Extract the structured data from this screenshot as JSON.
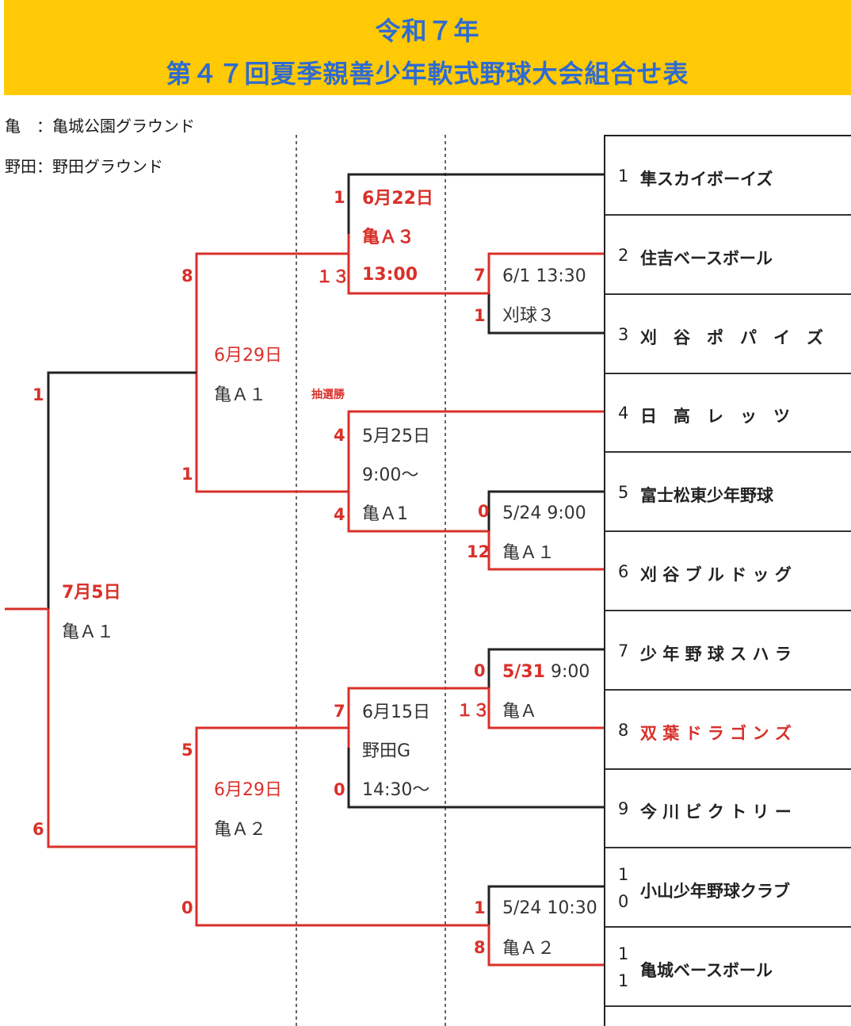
{
  "header": {
    "title_line1": "令和７年",
    "title_line2": "第４７回夏季親善少年軟式野球大会組合せ表"
  },
  "legend": {
    "line1": "亀　：亀城公園グラウンド",
    "line2": "野田：野田グラウンド"
  },
  "colors": {
    "banner": "#FFCA05",
    "title": "#2F6BD0",
    "winner_line": "#D9302A",
    "line": "#222222"
  },
  "teams": [
    {
      "num": "1",
      "name": "隼スカイボーイズ"
    },
    {
      "num": "2",
      "name": "住吉ベースボール"
    },
    {
      "num": "3",
      "name": "刈　谷　ポ　パ　イ　ズ"
    },
    {
      "num": "4",
      "name": "日　高　レ　ッ　ツ"
    },
    {
      "num": "5",
      "name": "富士松東少年野球"
    },
    {
      "num": "6",
      "name": "刈 谷 ブ ル ド ッ グ"
    },
    {
      "num": "7",
      "name": "少 年 野 球 ス ハ ラ"
    },
    {
      "num": "8",
      "name": "双 葉 ド ラ ゴ ン ズ"
    },
    {
      "num": "9",
      "name": "今 川 ビ ク ト リ ー"
    },
    {
      "num": "1\n0",
      "name": "小山少年野球クラブ"
    },
    {
      "num": "1\n1",
      "name": "亀城ベースボール"
    }
  ],
  "matches": {
    "r1_23": {
      "date": "6/1 13:30",
      "venue": "刈球３",
      "score_top": "7",
      "score_bottom": "1"
    },
    "r1_56": {
      "date": "5/24 9:00",
      "venue": "亀Ａ１",
      "score_top": "0",
      "score_bottom": "12"
    },
    "r1_78": {
      "date_bold": "5/31",
      "date_rest": " 9:00",
      "venue": "亀Ａ",
      "score_top": "0",
      "score_bottom": "１３"
    },
    "r1_1011": {
      "date": "5/24 10:30",
      "venue": "亀Ａ２",
      "score_top": "1",
      "score_bottom": "8"
    },
    "r2_1": {
      "date": "6月22日",
      "venue": "亀Ａ３",
      "time": "13:00",
      "score_top": "1",
      "score_bottom": "１３"
    },
    "r2_2": {
      "date": "5月25日",
      "time": "9:00～",
      "venue": "亀Ａ1",
      "score_top": "4",
      "score_bottom": "4",
      "note": "抽選勝"
    },
    "r2_3": {
      "date": "6月15日",
      "venue": "野田G",
      "time": "14:30～",
      "score_top": "7",
      "score_bottom": "0"
    },
    "sf_1": {
      "date": "6月29日",
      "venue": "亀Ａ１",
      "score_top": "8",
      "score_bottom": "1"
    },
    "sf_2": {
      "date": "6月29日",
      "venue": "亀Ａ２",
      "score_top": "5",
      "score_bottom": "0"
    },
    "final": {
      "date": "7月5日",
      "venue": "亀Ａ１",
      "score_top": "1",
      "score_bottom": "6"
    }
  }
}
